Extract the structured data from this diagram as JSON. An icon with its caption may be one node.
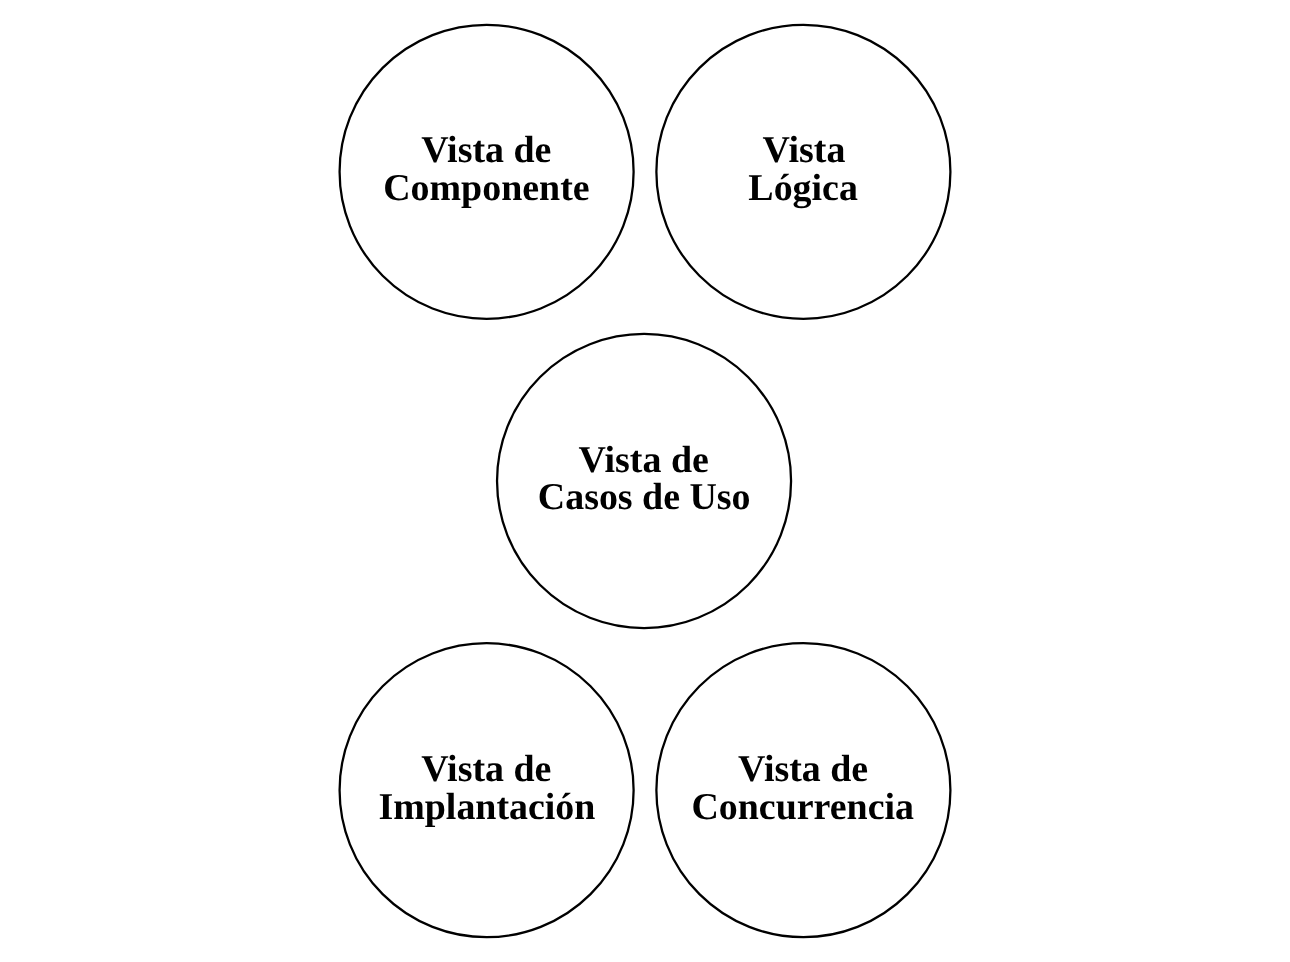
{
  "diagram": {
    "nodes": [
      {
        "text": [
          "Vista de Componente"
        ]
      },
      {
        "text": [
          "Vista Lógica"
        ]
      },
      {
        "text": [
          "Vista de Casos de Uso"
        ]
      },
      {
        "text": [
          "Vista de Implantación"
        ]
      },
      {
        "text": [
          "Vista de Concurrencia"
        ]
      }
    ]
  }
}
